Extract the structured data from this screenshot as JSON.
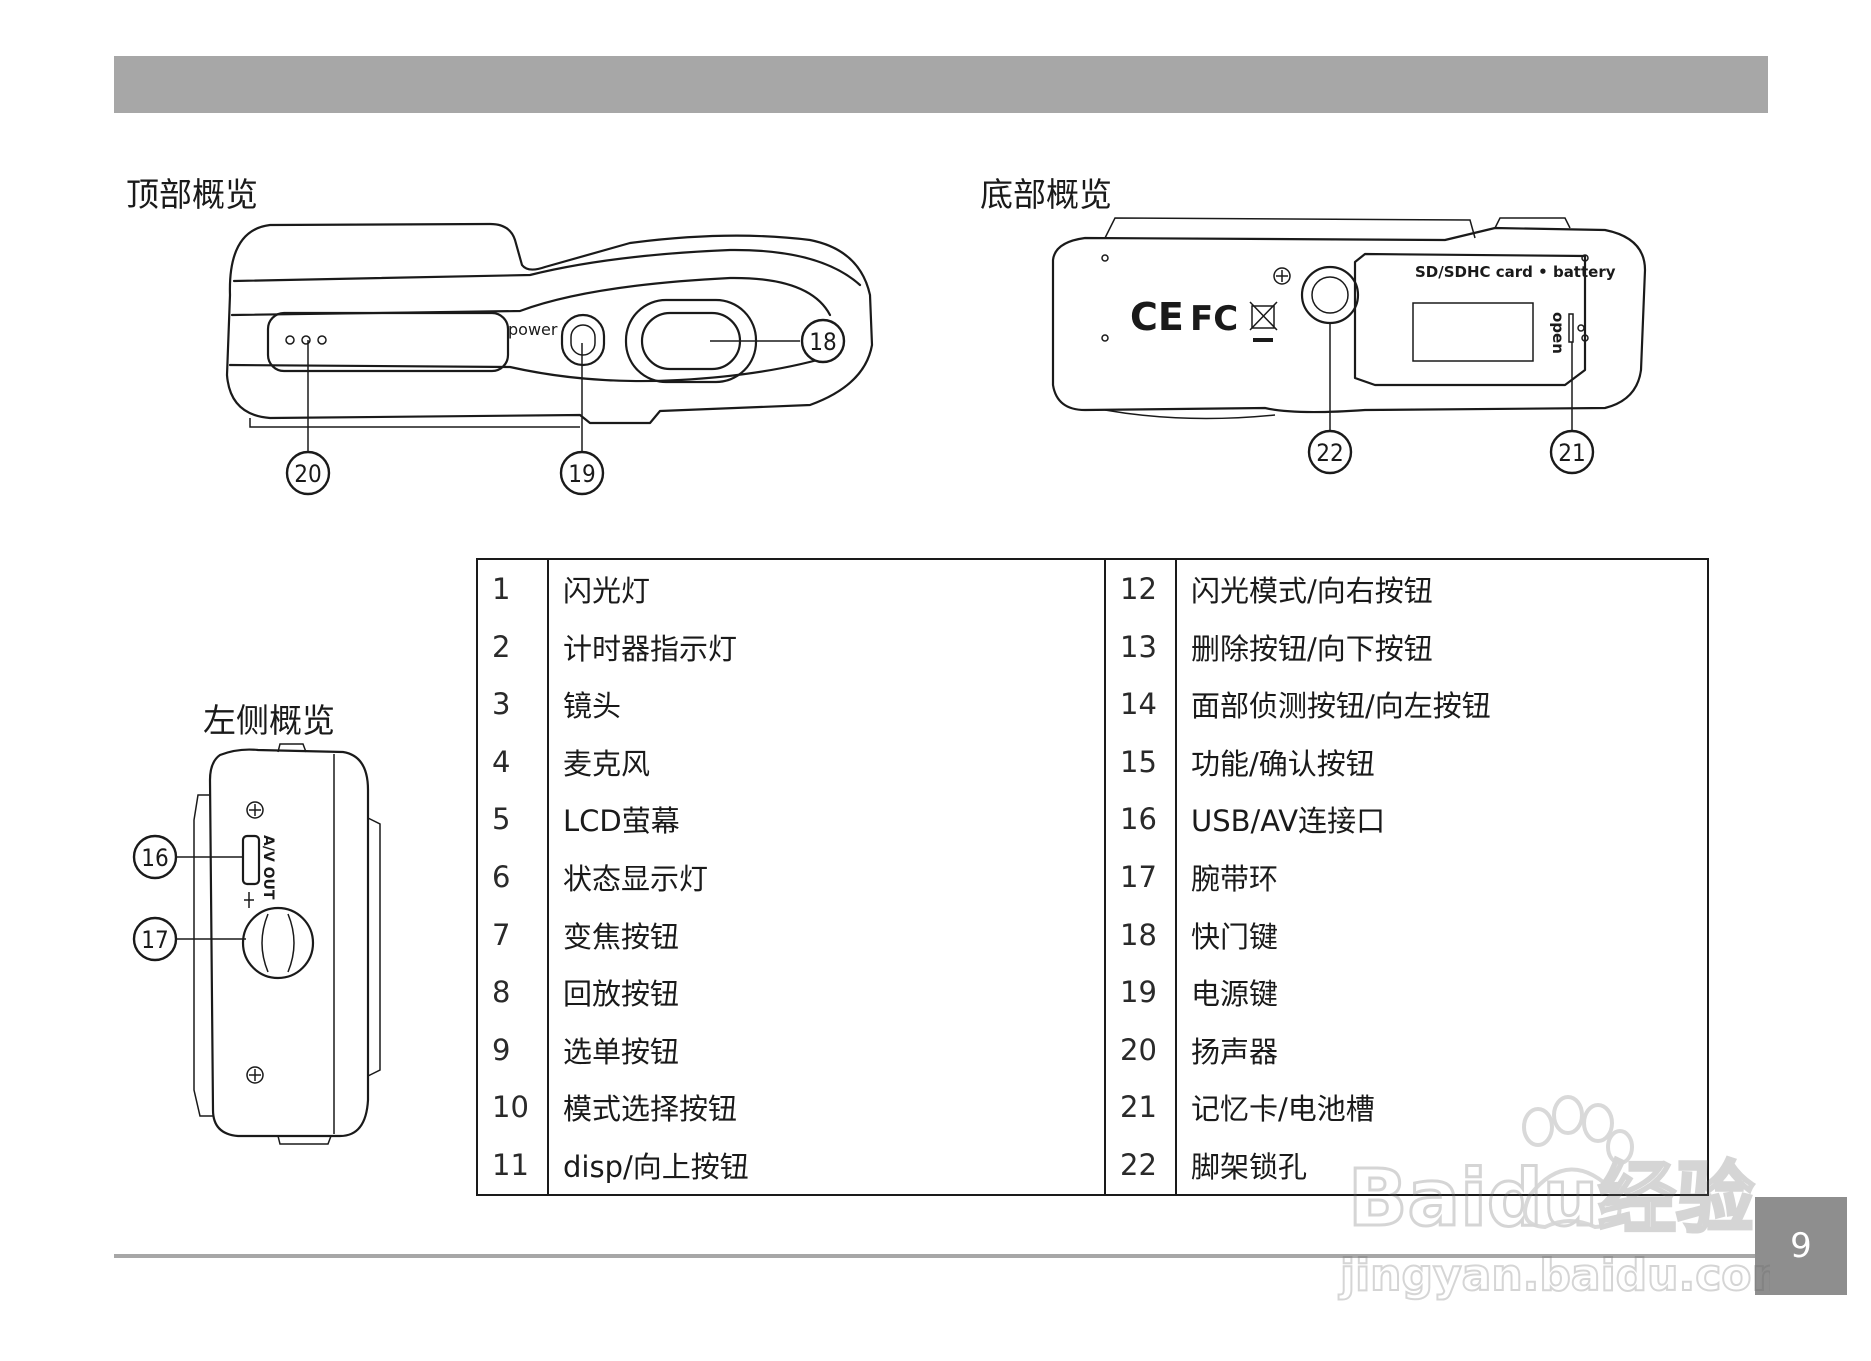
{
  "sections": {
    "top_title": "顶部概览",
    "bottom_title": "底部概览",
    "left_title": "左侧概览"
  },
  "figures": {
    "top_power_label": "power",
    "bottom_card_label": "SD/SDHC card • battery",
    "bottom_open_label": "open",
    "bottom_ce_mark": "CE",
    "bottom_fc_mark": "FC",
    "left_av_label": "A/V OUT",
    "callouts": {
      "c16": "16",
      "c17": "17",
      "c18": "18",
      "c19": "19",
      "c20": "20",
      "c21": "21",
      "c22": "22"
    }
  },
  "legend": [
    {
      "n": "1",
      "label": "闪光灯",
      "n2": "12",
      "label2": "闪光模式/向右按钮"
    },
    {
      "n": "2",
      "label": "计时器指示灯",
      "n2": "13",
      "label2": "删除按钮/向下按钮"
    },
    {
      "n": "3",
      "label": "镜头",
      "n2": "14",
      "label2": "面部侦测按钮/向左按钮"
    },
    {
      "n": "4",
      "label": "麦克风",
      "n2": "15",
      "label2": "功能/确认按钮"
    },
    {
      "n": "5",
      "label": "LCD萤幕",
      "n2": "16",
      "label2": "USB/AV连接口"
    },
    {
      "n": "6",
      "label": "状态显示灯",
      "n2": "17",
      "label2": "腕带环"
    },
    {
      "n": "7",
      "label": "变焦按钮",
      "n2": "18",
      "label2": "快门键"
    },
    {
      "n": "8",
      "label": "回放按钮",
      "n2": "19",
      "label2": "电源键"
    },
    {
      "n": "9",
      "label": "选单按钮",
      "n2": "20",
      "label2": "扬声器"
    },
    {
      "n": "10",
      "label": "模式选择按钮",
      "n2": "21",
      "label2": "记忆卡/电池槽"
    },
    {
      "n": "11",
      "label": "disp/向上按钮",
      "n2": "22",
      "label2": "脚架锁孔"
    }
  ],
  "page": {
    "number": "9"
  },
  "watermark": {
    "brand": "Baidu经验",
    "url": "jingyan.baidu.com"
  }
}
